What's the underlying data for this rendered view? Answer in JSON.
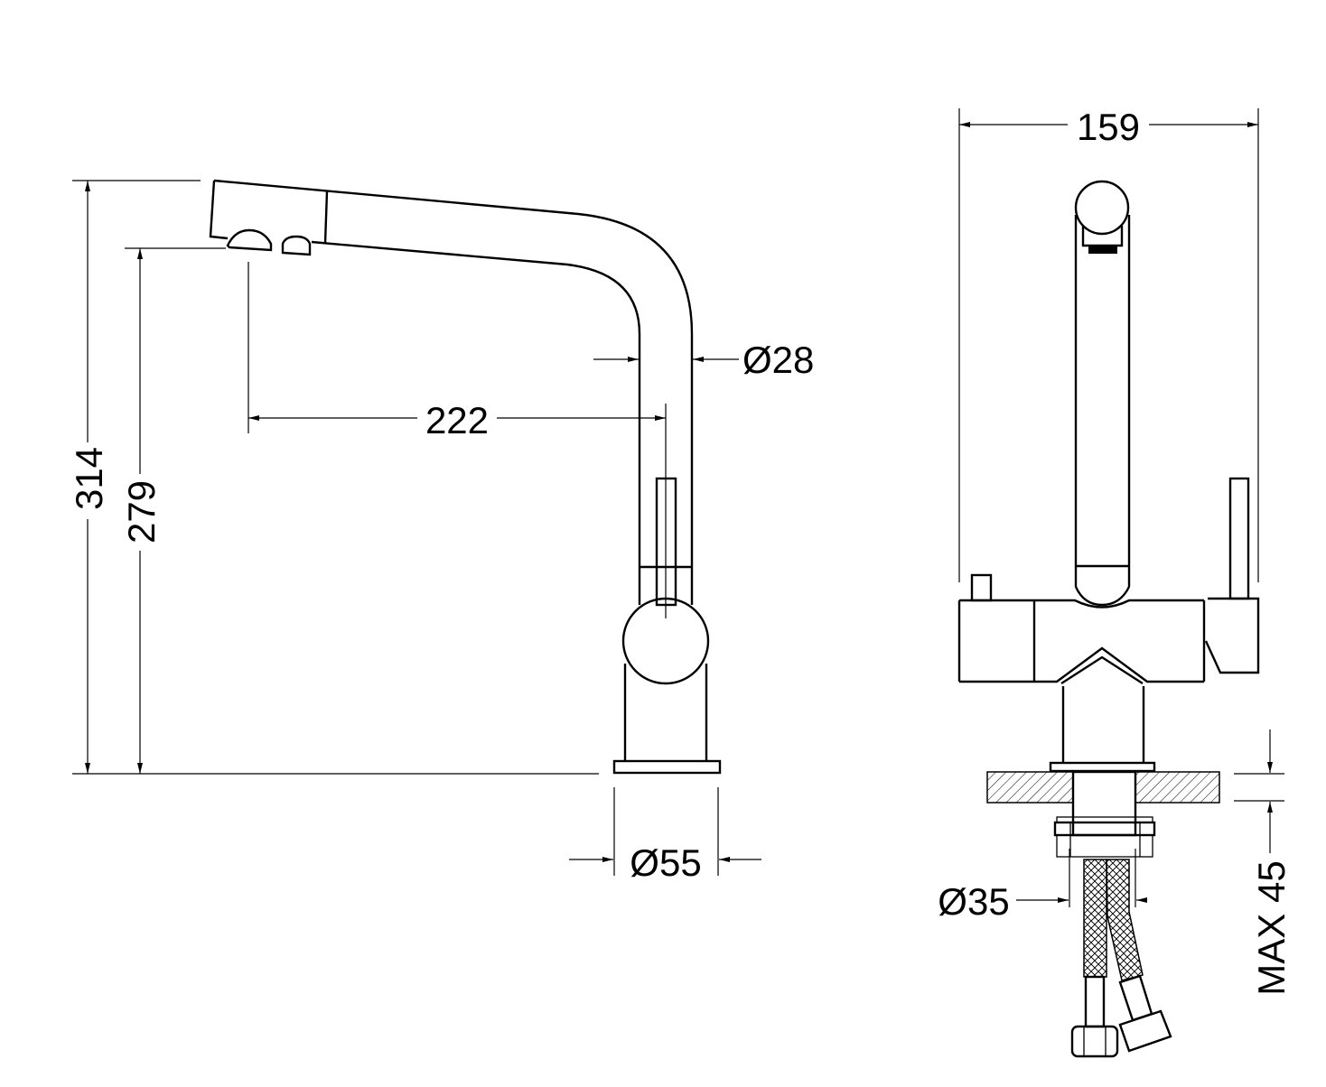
{
  "side_view": {
    "dimensions": {
      "total_height": "314",
      "spout_height": "279",
      "spout_reach": "222",
      "tube_diameter": "Ø28",
      "base_diameter": "Ø55"
    }
  },
  "front_view": {
    "dimensions": {
      "width": "159",
      "shank_diameter": "Ø35",
      "max_counter_thickness": "MAX 45"
    }
  },
  "colors": {
    "line": "#000000",
    "background": "#ffffff"
  }
}
